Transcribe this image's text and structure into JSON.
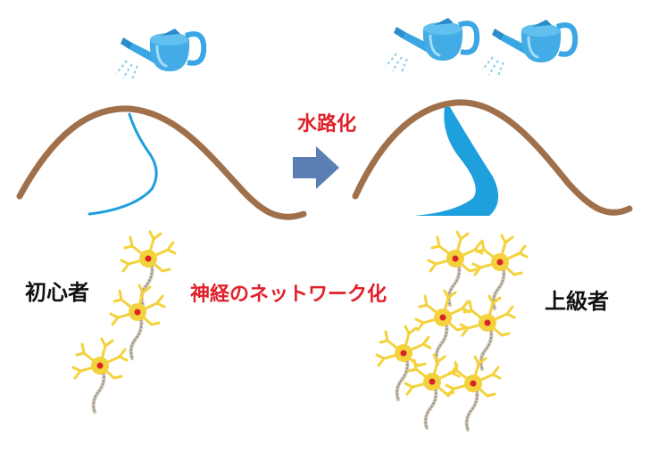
{
  "labels": {
    "beginner": "初心者",
    "advanced": "上級者",
    "channelization": "水路化",
    "neural_network": "神経のネットワーク化"
  },
  "colors": {
    "hill": "#a0704b",
    "water": "#1ea0dc",
    "arrow": "#5b7fb3",
    "accent_text": "#e0202a",
    "neuron_body": "#f4d23c",
    "neuron_nucleus": "#d8232a",
    "axon": "#c9c2b4"
  },
  "icons": [
    "watering-can-icon",
    "right-arrow-icon",
    "neuron-icon"
  ]
}
